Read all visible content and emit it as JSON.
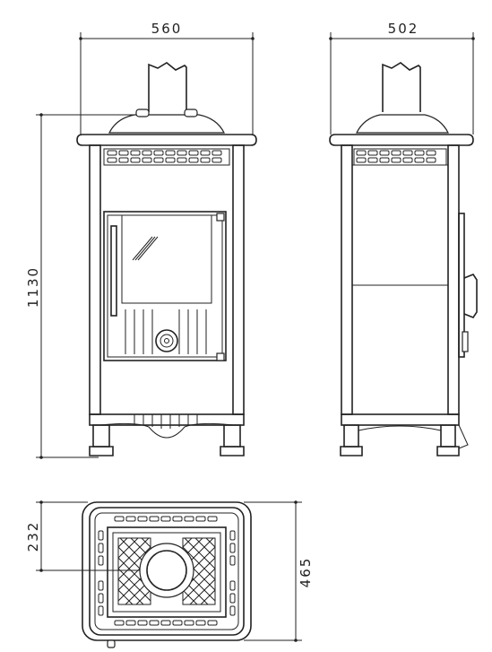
{
  "dimensions": {
    "front_width": "560",
    "side_depth": "502",
    "total_height": "1130",
    "top_flue_offset": "232",
    "top_depth": "465"
  },
  "colors": {
    "line": "#222222",
    "background": "#ffffff"
  }
}
